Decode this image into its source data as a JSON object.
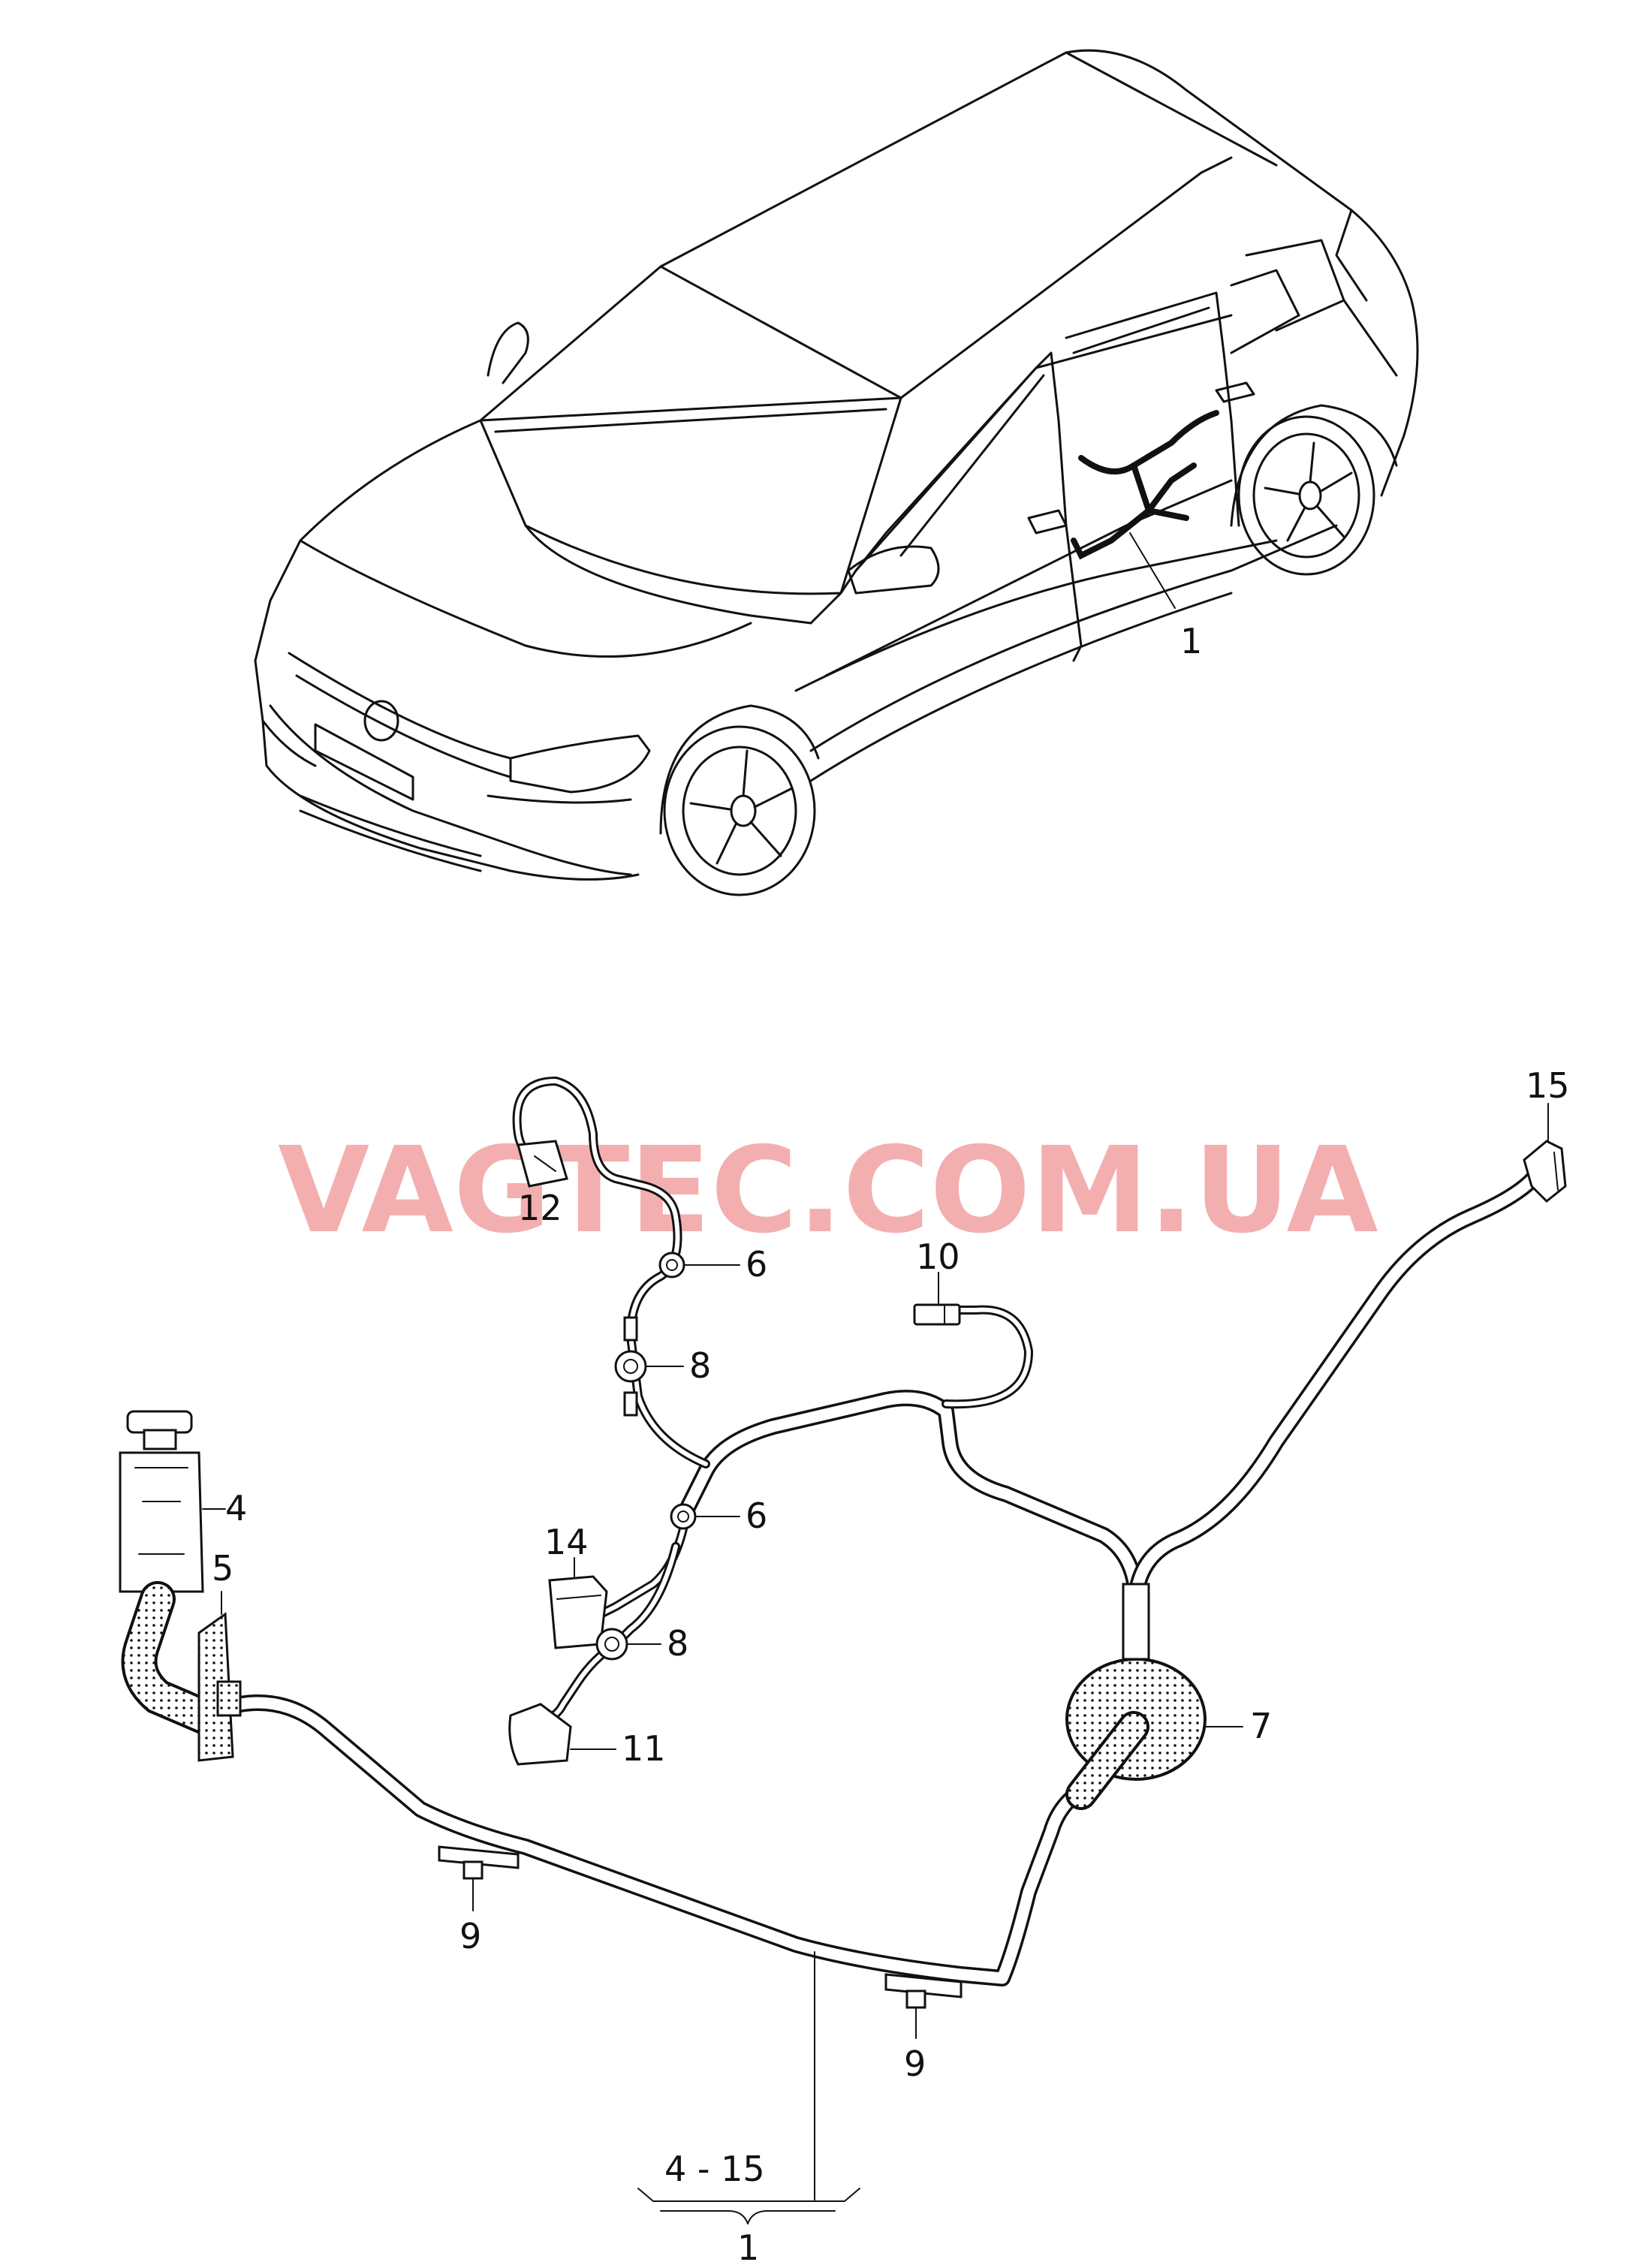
{
  "watermark": "VAGTEC.COM.UA",
  "callouts": {
    "c1_car": "1",
    "c4": "4",
    "c5": "5",
    "c6a": "6",
    "c6b": "6",
    "c7": "7",
    "c8a": "8",
    "c8b": "8",
    "c9a": "9",
    "c9b": "9",
    "c10": "10",
    "c11": "11",
    "c12": "12",
    "c14": "14",
    "c15": "15",
    "range": "4 - 15",
    "c1_bottom": "1"
  }
}
